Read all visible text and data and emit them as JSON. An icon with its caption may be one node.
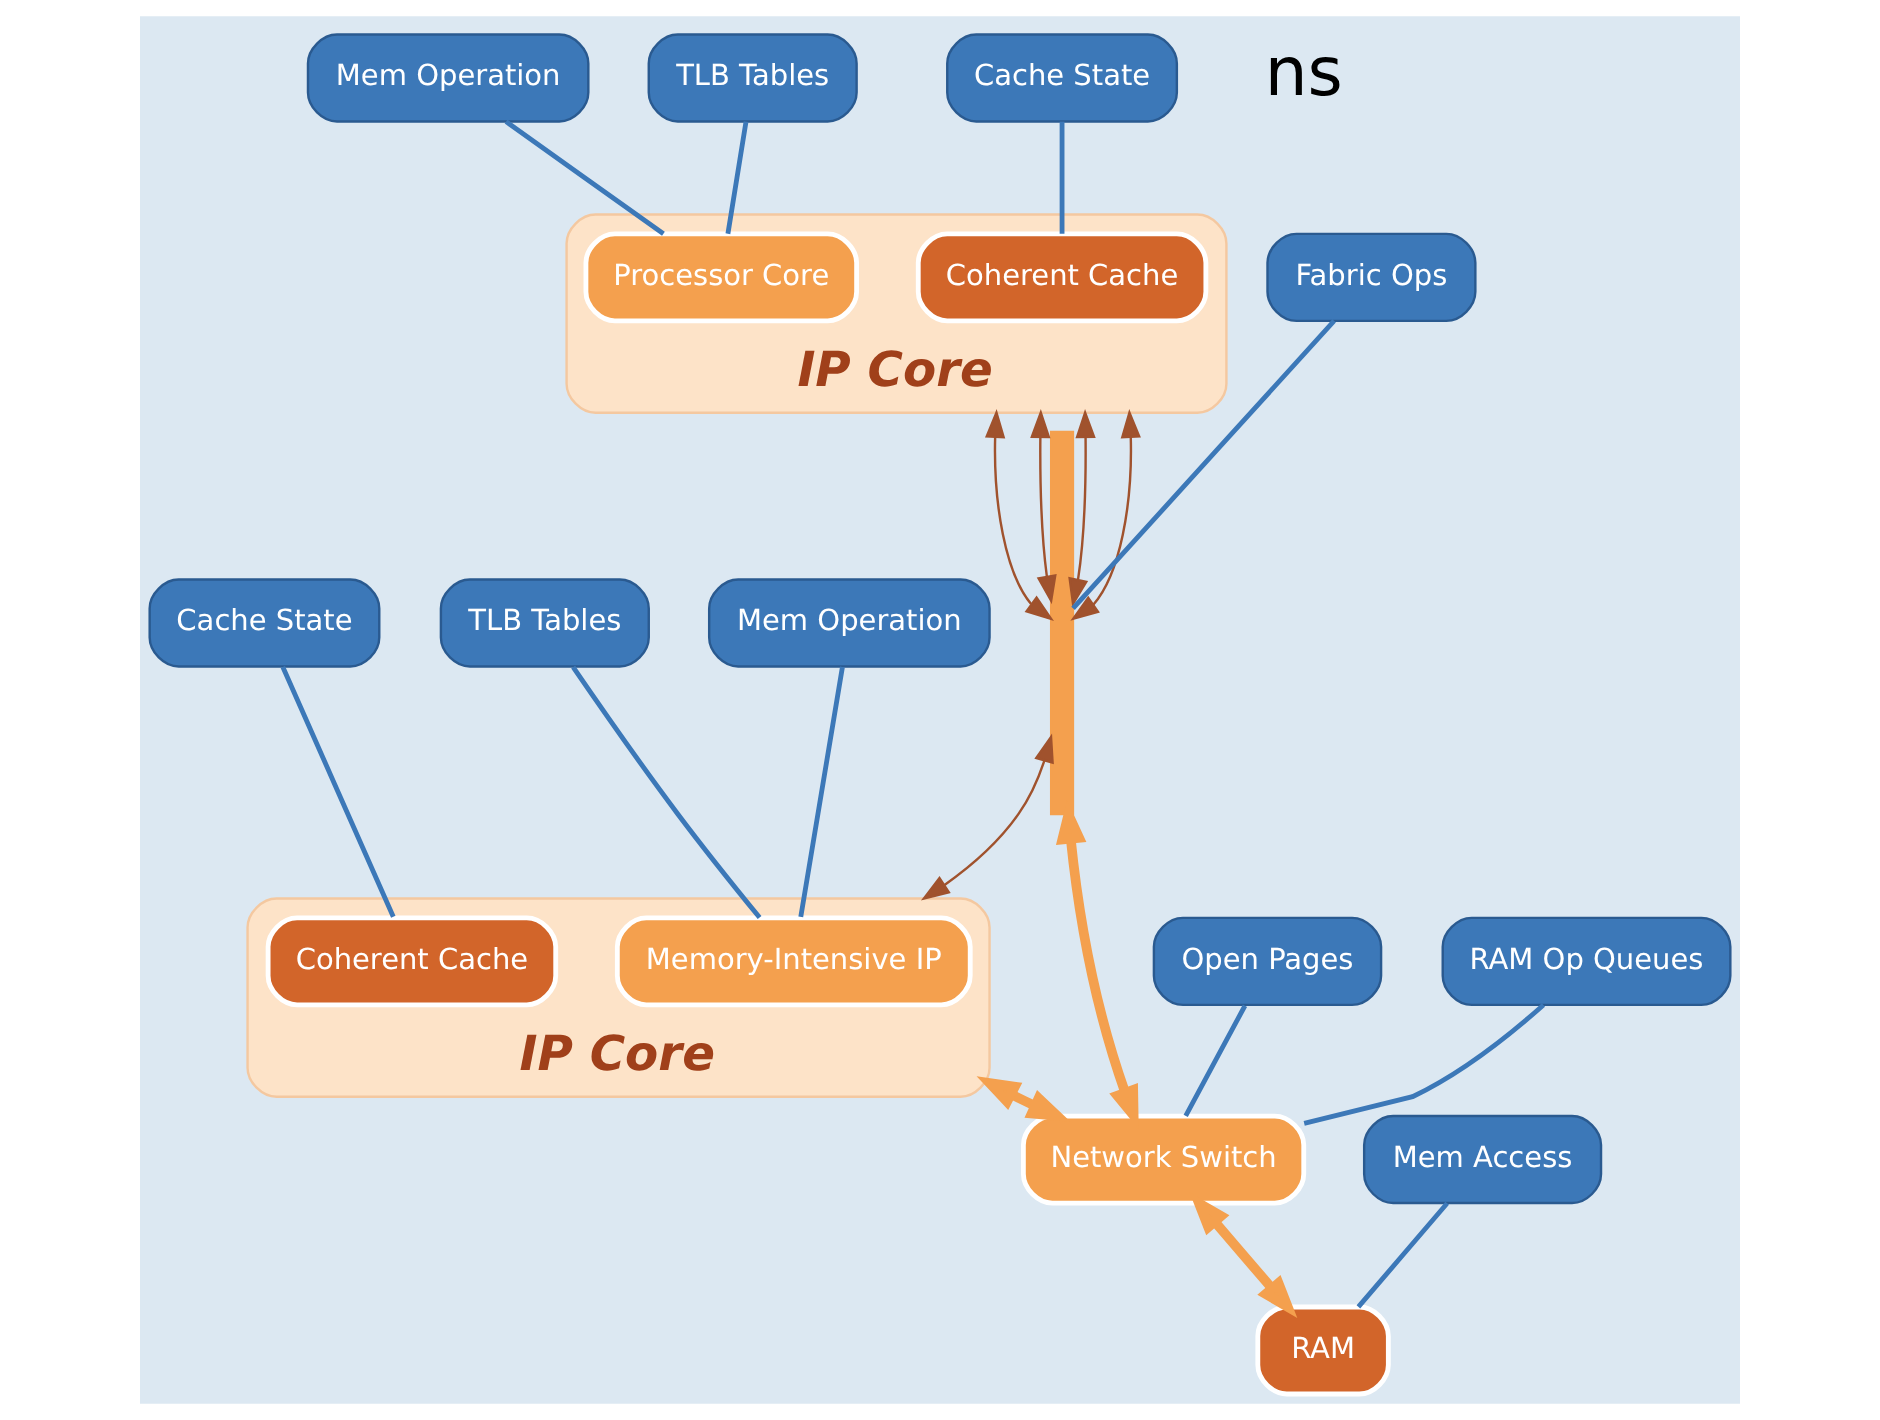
{
  "diagram": {
    "nodes": [
      {
        "text": [
          "Mem Operation"
        ]
      },
      {
        "text": [
          "TLB Tables"
        ]
      },
      {
        "text": [
          "Cache State"
        ]
      },
      {
        "text": [
          "Cache State"
        ]
      },
      {
        "text": [
          "TLB Tables"
        ]
      },
      {
        "text": [
          "Mem Operation"
        ]
      },
      {
        "text": [
          "IP Core"
        ]
      },
      {
        "text": [
          "Processor Core"
        ],
        "in": 6
      },
      {
        "text": [
          "Coherent Cache"
        ],
        "in": 6
      },
      {
        "text": [],
        "shape": "bar"
      },
      {
        "text": [
          "IP Core"
        ]
      },
      {
        "text": [
          "Coherent Cache"
        ],
        "in": 10
      },
      {
        "text": [
          "Memory-Intensive IP"
        ],
        "in": 10
      },
      {
        "text": [
          "Fabric Ops"
        ]
      },
      {
        "text": [
          "Network Switch"
        ]
      },
      {
        "text": [
          "RAM"
        ]
      },
      {
        "text": [
          "Open Pages"
        ]
      },
      {
        "text": [
          "RAM Op Queues"
        ]
      },
      {
        "text": [
          "Mem Access"
        ]
      }
    ],
    "edges": [
      {
        "from": 0,
        "to": 7,
        "arrow": "none"
      },
      {
        "from": 1,
        "to": 7,
        "arrow": "none"
      },
      {
        "from": 2,
        "to": 8,
        "arrow": "none"
      },
      {
        "from": 3,
        "to": 11,
        "arrow": "none"
      },
      {
        "from": 4,
        "to": 12,
        "arrow": "none"
      },
      {
        "from": 5,
        "to": 12,
        "arrow": "none"
      },
      {
        "from": 6,
        "to": 9,
        "arrow": "both",
        "color": "#a0522d"
      },
      {
        "from": 6,
        "to": 9,
        "arrow": "both",
        "color": "#a0522d"
      },
      {
        "from": 6,
        "to": 9,
        "arrow": "both",
        "color": "#a0522d"
      },
      {
        "from": 6,
        "to": 9,
        "arrow": "both",
        "color": "#a0522d"
      },
      {
        "from": 9,
        "to": 10,
        "arrow": "both",
        "color": "#a0522d"
      },
      {
        "from": 9,
        "to": 14,
        "arrow": "both",
        "style": "thick",
        "color": "#f4a04e"
      },
      {
        "from": 10,
        "to": 14,
        "arrow": "both",
        "style": "thick",
        "color": "#f4a04e"
      },
      {
        "from": 14,
        "to": 15,
        "arrow": "both",
        "style": "thick",
        "color": "#f4a04e"
      },
      {
        "from": 13,
        "to": 9,
        "arrow": "none"
      },
      {
        "from": 16,
        "to": 14,
        "arrow": "none"
      },
      {
        "from": 17,
        "to": 14,
        "arrow": "none"
      },
      {
        "from": 18,
        "to": 15,
        "arrow": "none"
      }
    ],
    "labels": [
      "ns"
    ]
  }
}
